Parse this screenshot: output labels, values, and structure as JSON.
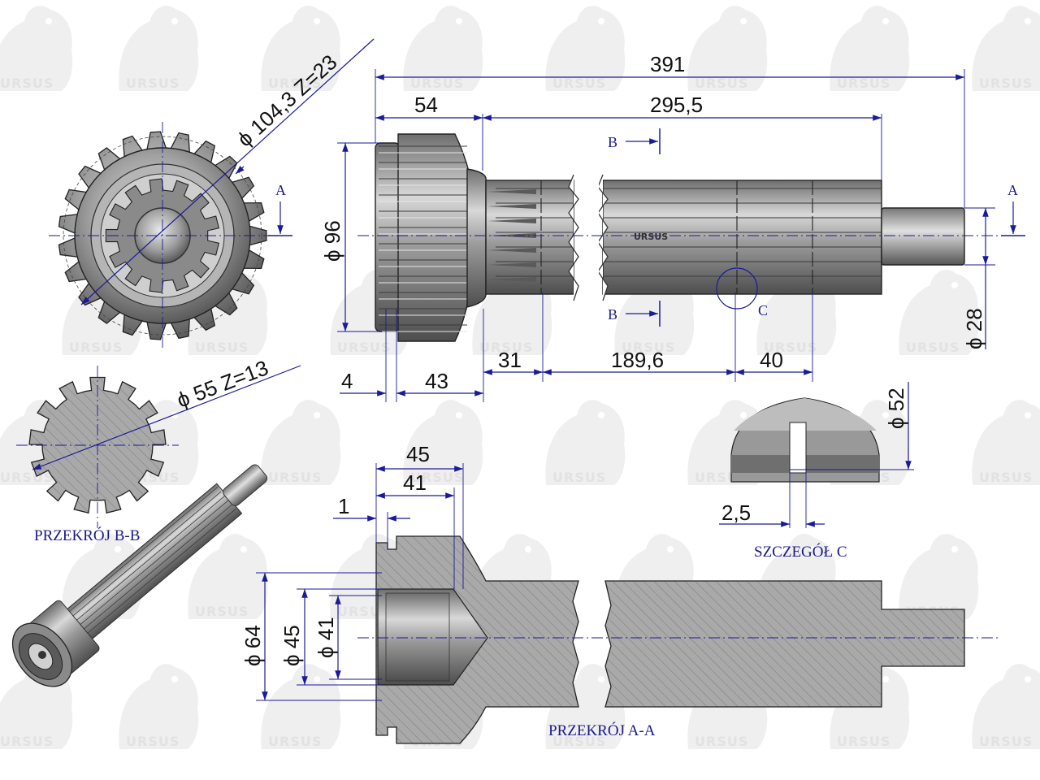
{
  "watermark": {
    "brand": "URSUS"
  },
  "labels": {
    "section_bb": "PRZEKRÓJ B-B",
    "section_aa": "PRZEKRÓJ A-A",
    "detail_c": "SZCZEGÓŁ C",
    "mark_a": "A",
    "mark_b": "B",
    "mark_c": "C"
  },
  "dimensions": {
    "total_length": "391",
    "gear_length": "54",
    "shaft_length": "295,5",
    "gear_pitch": "ϕ 104,3  Z=23",
    "gear_od": "ϕ 96",
    "stub_diameter": "ϕ 28",
    "step_4": "4",
    "step_43": "43",
    "step_31": "31",
    "step_189_6": "189,6",
    "step_40": "40",
    "spline_pitch": "ϕ 55  Z=13",
    "groove_diameter": "ϕ 52",
    "groove_width": "2,5",
    "bore_45": "45",
    "bore_41": "41",
    "chamfer_1": "1",
    "dia_64": "ϕ 64",
    "dia_45": "ϕ 45",
    "dia_41": "ϕ 41"
  },
  "colors": {
    "dimension_line": "#1a1a9a",
    "metal": "#8c8c8c",
    "section_fill": "#a9a9a9",
    "watermark": "#e2e2e2"
  }
}
